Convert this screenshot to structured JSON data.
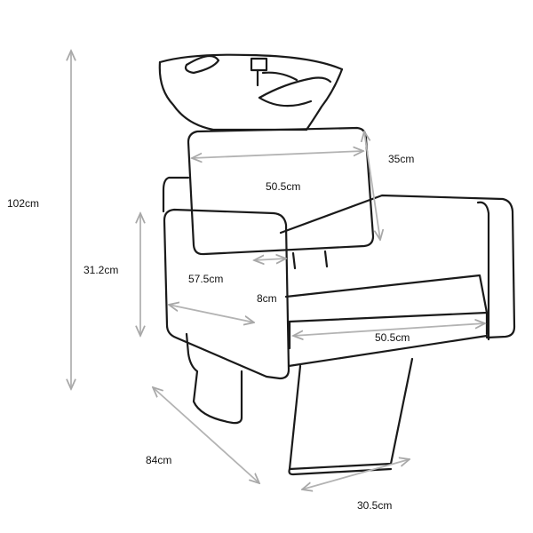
{
  "dimensions": {
    "total_height": "102cm",
    "seat_height": "31.2cm",
    "backrest_height": "35cm",
    "backrest_width": "50.5cm",
    "seat_depth": "57.5cm",
    "armrest_width": "8cm",
    "seat_width": "50.5cm",
    "total_depth": "84cm",
    "base_width": "30.5cm"
  },
  "colors": {
    "outline": "#1a1a1a",
    "dimension_line": "#b3b3b3"
  }
}
